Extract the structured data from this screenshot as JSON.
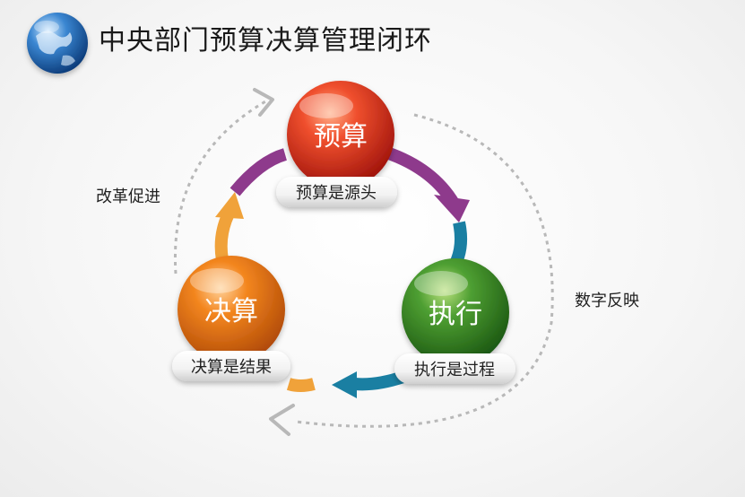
{
  "title": "中央部门预算决算管理闭环",
  "nodes": [
    {
      "key": "budget",
      "label": "预算",
      "caption": "预算是源头",
      "color": "#e4432c"
    },
    {
      "key": "execute",
      "label": "执行",
      "caption": "执行是过程",
      "color": "#3f8f2c"
    },
    {
      "key": "final",
      "label": "决算",
      "caption": "决算是结果",
      "color": "#f07f1e"
    }
  ],
  "cycle_arrows": [
    {
      "from": "预算",
      "to": "执行",
      "color": "#8e3a8c"
    },
    {
      "from": "执行",
      "to": "决算",
      "color": "#1a7fa2"
    },
    {
      "from": "决算",
      "to": "预算",
      "color": "#f0a23a"
    }
  ],
  "outer_labels": {
    "left": "改革促进",
    "right": "数字反映"
  }
}
